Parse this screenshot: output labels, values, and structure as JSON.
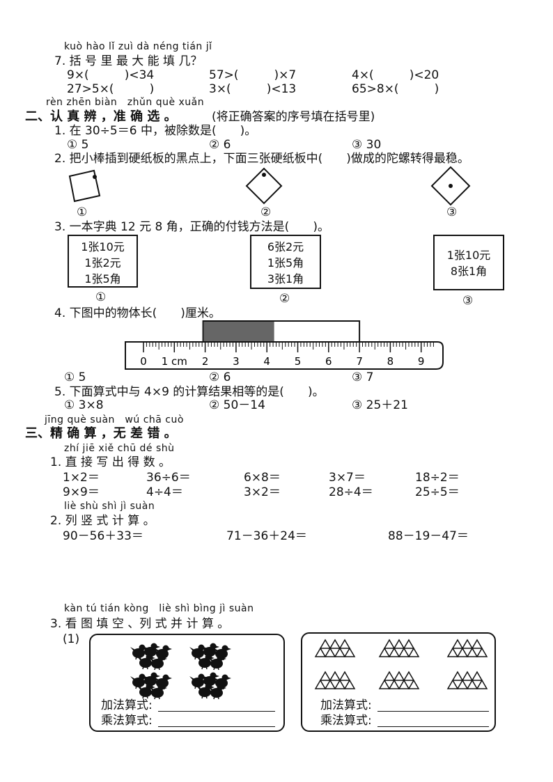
{
  "q7": {
    "pinyin": "kuò hào lǐ zuì dà néng tián jǐ",
    "title": "7. 括 号 里 最 大 能 填 几？",
    "items": [
      "9×(　　　)<34",
      "57>(　　　)×7",
      "4×(　　　)<20",
      "27>5×(　　　)",
      "3×(　　　)<13",
      "65>8×(　　　)"
    ]
  },
  "section2": {
    "pinyin": "rèn zhēn biàn　zhǔn què xuǎn",
    "title": "二、认 真 辨 ，准 确 选 。",
    "note": "(将正确答案的序号填在括号里)",
    "q1": {
      "text": "1. 在 30÷5＝6 中，被除数是(　　)。",
      "options": [
        "① 5",
        "② 6",
        "③ 30"
      ]
    },
    "q2": {
      "text": "2. 把小棒插到硬纸板的黑点上，下面三张硬纸板中(　　)做成的陀螺转得最稳。",
      "labels": [
        "①",
        "②",
        "③"
      ]
    },
    "q3": {
      "text": "3. 一本字典 12 元 8 角，正确的付钱方法是(　　)。",
      "boxes": [
        [
          "1张10元",
          "1张2元",
          "1张5角"
        ],
        [
          "6张2元",
          "1张5角",
          "3张1角"
        ],
        [
          "1张10元",
          "8张1角"
        ]
      ],
      "labels": [
        "①",
        "②",
        "③"
      ]
    },
    "q4": {
      "text": "4. 下图中的物体长(　　)厘米。",
      "ruler_ticks": [
        "0",
        "1 cm",
        "2",
        "3",
        "4",
        "5",
        "6",
        "7",
        "8",
        "9"
      ],
      "object_start_cm": 2,
      "object_end_cm": 7,
      "options": [
        "① 5",
        "② 6",
        "③ 7"
      ]
    },
    "q5": {
      "text": "5. 下面算式中与 4×9 的计算结果相等的是(　　)。",
      "options": [
        "① 3×8",
        "② 50－14",
        "③ 25＋21"
      ]
    }
  },
  "section3": {
    "pinyin": "jīng què suàn　wú chā cuò",
    "title": "三、精 确 算 ，无 差 错 。",
    "p1": {
      "pinyin": "zhí jiē xiě chū dé shù",
      "title": "1. 直 接 写 出 得 数 。",
      "row1": [
        "1×2＝",
        "36÷6＝",
        "6×8＝",
        "3×7＝",
        "18÷2＝"
      ],
      "row2": [
        "9×9＝",
        "4÷4＝",
        "3×2＝",
        "28÷4＝",
        "25÷5＝"
      ]
    },
    "p2": {
      "pinyin": "liè shù shì jì suàn",
      "title": "2. 列 竖 式 计 算 。",
      "items": [
        "90－56＋33＝",
        "71－36＋24＝",
        "88－19－47＝"
      ]
    },
    "p3": {
      "pinyin": "kàn tú tián kòng　liè shì bìng jì suàn",
      "title": "3. 看 图 填 空 、列 式 并 计 算 。",
      "sub": "(1)",
      "add_label": "加法算式:",
      "mul_label": "乘法算式:"
    }
  }
}
